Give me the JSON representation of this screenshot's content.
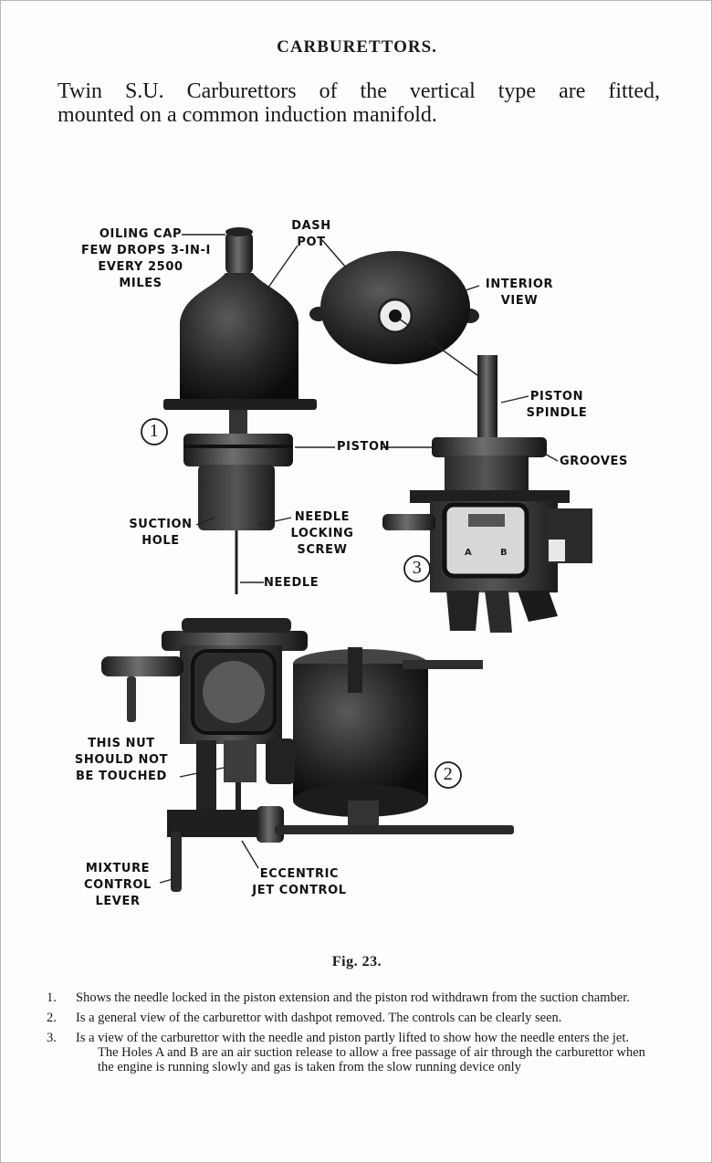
{
  "heading": "CARBURETTORS.",
  "intro": [
    "Twin S.U. Carburettors of the vertical type are fitted,",
    "mounted on a common induction manifold."
  ],
  "labels": {
    "oiling_cap": [
      "OILING CAP",
      "FEW DROPS 3-IN-I",
      "EVERY 2500",
      "MILES"
    ],
    "dash_pot": [
      "DASH",
      "POT"
    ],
    "interior_view": [
      "INTERIOR",
      "VIEW"
    ],
    "piston_spindle": [
      "PISTON",
      "SPINDLE"
    ],
    "piston": "PISTON",
    "grooves": "GROOVES",
    "suction_hole": [
      "SUCTION",
      "HOLE"
    ],
    "needle_locking_screw": [
      "NEEDLE",
      "LOCKING",
      "SCREW"
    ],
    "needle": "NEEDLE",
    "this_nut": [
      "THIS NUT",
      "SHOULD NOT",
      "BE TOUCHED"
    ],
    "mixture_control_lever": [
      "MIXTURE",
      "CONTROL",
      "LEVER"
    ],
    "eccentric_jet_control": [
      "ECCENTRIC",
      "JET CONTROL"
    ],
    "num_1": "1",
    "num_2": "2",
    "num_3": "3",
    "hole_a": "A",
    "hole_b": "B"
  },
  "caption": "Fig. 23.",
  "notes": [
    {
      "num": "1.",
      "text": "Shows the needle locked in the piston extension and the piston rod withdrawn from the suction chamber."
    },
    {
      "num": "2.",
      "text": "Is a general view of the carburettor with dashpot removed.  The controls can be clearly seen."
    },
    {
      "num": "3.",
      "text": "Is a view of the carburettor with the needle and piston partly lifted to show how the needle enters the jet.  The Holes A and B are an air suction release to allow a free passage of air through the carburettor when the engine is running slowly and gas is taken from the slow running device only"
    }
  ]
}
